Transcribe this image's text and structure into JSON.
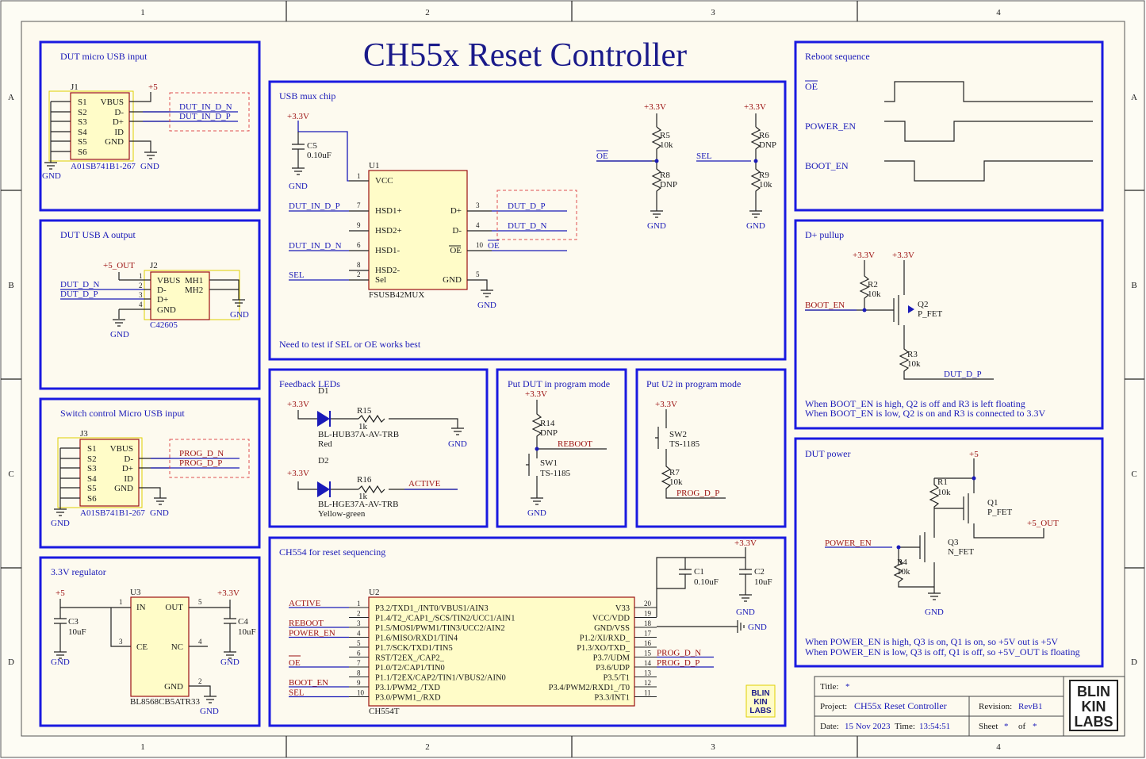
{
  "title": "CH55x Reset Controller",
  "border": {
    "cols": [
      "1",
      "2",
      "3",
      "4"
    ],
    "rows": [
      "A",
      "B",
      "C",
      "D"
    ]
  },
  "sections": {
    "dut_micro_usb": {
      "title": "DUT micro USB input",
      "ref": "J1",
      "part": "A01SB741B1-267",
      "pins_left": [
        "S1",
        "S2",
        "S3",
        "S4",
        "S5",
        "S6"
      ],
      "pins_right": [
        "VBUS",
        "D-",
        "D+",
        "ID",
        "GND"
      ],
      "net_5v": "+5",
      "net_dn": "DUT_IN_D_N",
      "net_dp": "DUT_IN_D_P",
      "gnd": "GND"
    },
    "dut_usb_a": {
      "title": "DUT USB A output",
      "ref": "J2",
      "part": "C42605",
      "net_5v": "+5_OUT",
      "net_dn": "DUT_D_N",
      "net_dp": "DUT_D_P",
      "pins": [
        "VBUS",
        "D-",
        "D+",
        "GND"
      ],
      "mh1": "MH1",
      "mh2": "MH2",
      "pin_nums": [
        "1",
        "2",
        "3",
        "4"
      ],
      "gnd": "GND"
    },
    "switch_micro_usb": {
      "title": "Switch control Micro USB input",
      "ref": "J3",
      "part": "A01SB741B1-267",
      "pins_left": [
        "S1",
        "S2",
        "S3",
        "S4",
        "S5",
        "S6"
      ],
      "pins_right": [
        "VBUS",
        "D-",
        "D+",
        "ID",
        "GND"
      ],
      "net_dn": "PROG_D_N",
      "net_dp": "PROG_D_P",
      "gnd": "GND"
    },
    "regulator": {
      "title": "3.3V regulator",
      "ref": "U3",
      "part": "BL8568CB5ATR33",
      "pins": {
        "in": "IN",
        "out": "OUT",
        "ce": "CE",
        "nc": "NC",
        "gnd": "GND"
      },
      "pin_nums": {
        "in": "1",
        "out": "5",
        "ce": "3",
        "nc": "4",
        "gnd": "2"
      },
      "net_in": "+5",
      "net_out": "+3.3V",
      "c3": "C3",
      "c3v": "10uF",
      "c4": "C4",
      "c4v": "10uF",
      "gnd": "GND"
    },
    "usb_mux": {
      "title": "USB mux chip",
      "ref": "U1",
      "part": "FSUSB42MUX",
      "pins_left": [
        "VCC",
        "HSD1+",
        "HSD2+",
        "HSD1-",
        "HSD2-",
        "Sel"
      ],
      "pins_right": [
        "D+",
        "D-",
        "OE",
        "GND"
      ],
      "pin_nums_left": [
        "1",
        "7",
        "9",
        "6",
        "8",
        "2"
      ],
      "pin_nums_right": [
        "3",
        "4",
        "10",
        "5"
      ],
      "c5": "C5",
      "c5v": "0.10uF",
      "vcc": "+3.3V",
      "net_hsd1p": "DUT_IN_D_P",
      "net_hsd1n": "DUT_IN_D_N",
      "net_sel": "SEL",
      "net_dp": "DUT_D_P",
      "net_dn": "DUT_D_N",
      "net_oe": "OE",
      "r5": "R5",
      "r5v": "10k",
      "r8": "R8",
      "r8v": "DNP",
      "r6": "R6",
      "r6v": "DNP",
      "r9": "R9",
      "r9v": "10k",
      "note": "Need to test if SEL or OE works best",
      "gnd": "GND"
    },
    "leds": {
      "title": "Feedback LEDs",
      "d1": "D1",
      "d1_part": "BL-HUB37A-AV-TRB",
      "d1_color": "Red",
      "r15": "R15",
      "r15v": "1k",
      "d2": "D2",
      "d2_part": "BL-HGE37A-AV-TRB",
      "d2_color": "Yellow-green",
      "r16": "R16",
      "r16v": "1k",
      "net_active": "ACTIVE",
      "vcc": "+3.3V",
      "gnd": "GND"
    },
    "dut_prog": {
      "title": "Put DUT in program mode",
      "vcc": "+3.3V",
      "r14": "R14",
      "r14v": "DNP",
      "net": "REBOOT",
      "sw1": "SW1",
      "sw1_part": "TS-1185",
      "gnd": "GND"
    },
    "u2_prog": {
      "title": "Put U2 in program mode",
      "vcc": "+3.3V",
      "sw2": "SW2",
      "sw2_part": "TS-1185",
      "r7": "R7",
      "r7v": "10k",
      "net": "PROG_D_P"
    },
    "ch554": {
      "title": "CH554 for reset sequencing",
      "ref": "U2",
      "part": "CH554T",
      "pins_left": [
        "P3.2/TXD1_/INT0/VBUS1/AIN3",
        "P1.4/T2_/CAP1_/SCS/TIN2/UCC1/AIN1",
        "P1.5/MOSI/PWM1/TIN3/UCC2/AIN2",
        "P1.6/MISO/RXD1/TIN4",
        "P1.7/SCK/TXD1/TIN5",
        "RST/T2EX_/CAP2_",
        "P1.0/T2/CAP1/TIN0",
        "P1.1/T2EX/CAP2/TIN1/VBUS2/AIN0",
        "P3.1/PWM2_/TXD",
        "P3.0/PWM1_/RXD"
      ],
      "pins_right": [
        "V33",
        "VCC/VDD",
        "GND/VSS",
        "P1.2/XI/RXD_",
        "P1.3/XO/TXD_",
        "P3.7/UDM",
        "P3.6/UDP",
        "P3.5/T1",
        "P3.4/PWM2/RXD1_/T0",
        "P3.3/INT1"
      ],
      "pin_nums_left": [
        "1",
        "2",
        "3",
        "4",
        "5",
        "6",
        "7",
        "8",
        "9",
        "10"
      ],
      "pin_nums_right": [
        "20",
        "19",
        "18",
        "17",
        "16",
        "15",
        "14",
        "13",
        "12",
        "11"
      ],
      "nets_left": [
        "ACTIVE",
        "",
        "REBOOT",
        "POWER_EN",
        "",
        "",
        "OE",
        "",
        "BOOT_EN",
        "SEL"
      ],
      "nets_right": [
        "",
        "",
        "",
        "",
        "",
        "PROG_D_N",
        "PROG_D_P",
        "",
        "",
        ""
      ],
      "vcc": "+3.3V",
      "c1": "C1",
      "c1v": "0.10uF",
      "c2": "C2",
      "c2v": "10uF",
      "gnd": "GND"
    },
    "reboot_seq": {
      "title": "Reboot sequence",
      "signals": [
        "OE",
        "POWER_EN",
        "BOOT_EN"
      ]
    },
    "dplus_pullup": {
      "title": "D+ pullup",
      "vcc1": "+3.3V",
      "vcc2": "+3.3V",
      "r2": "R2",
      "r2v": "10k",
      "q2": "Q2",
      "q2_type": "P_FET",
      "net": "BOOT_EN",
      "r3": "R3",
      "r3v": "10k",
      "net_out": "DUT_D_P",
      "note1": "When BOOT_EN is high, Q2 is off and R3 is left floating",
      "note2": "When BOOT_EN is low, Q2 is on and R3 is connected to 3.3V"
    },
    "dut_power": {
      "title": "DUT power",
      "vcc": "+5",
      "r1": "R1",
      "r1v": "10k",
      "q1": "Q1",
      "q1_type": "P_FET",
      "net_out": "+5_OUT",
      "net_in": "POWER_EN",
      "q3": "Q3",
      "q3_type": "N_FET",
      "r4": "R4",
      "r4v": "10k",
      "gnd": "GND",
      "note1": "When POWER_EN is high, Q3 is on, Q1 is on, so +5V out is +5V",
      "note2": "When POWER_EN is low, Q3 is off, Q1 is off, so +5V_OUT is floating"
    }
  },
  "title_block": {
    "title_label": "Title:",
    "title_value": "*",
    "project_label": "Project:",
    "project_value": "CH55x Reset Controller",
    "revision_label": "Revision:",
    "revision_value": "RevB1",
    "date_label": "Date:",
    "date_value": "15 Nov 2023",
    "time_label": "Time:",
    "time_value": "13:54:51",
    "sheet_label": "Sheet",
    "sheet_value": "*",
    "of_label": "of",
    "of_value": "*",
    "logo_lines": [
      "BLIN",
      "KIN",
      "LABS"
    ]
  }
}
